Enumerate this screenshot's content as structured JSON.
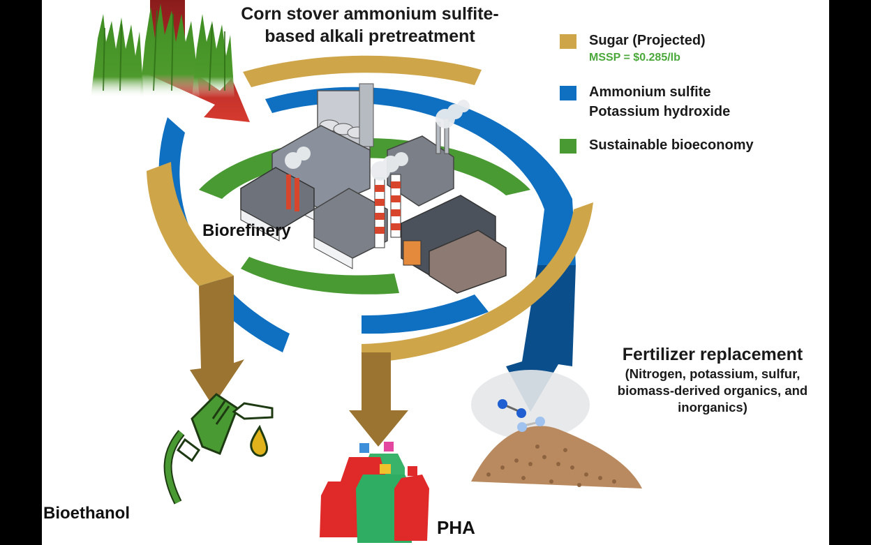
{
  "title": {
    "line1": "Corn stover ammonium sulfite-",
    "line2": "based alkali pretreatment"
  },
  "legend": [
    {
      "label": "Sugar (Projected)",
      "color": "#cfa54a",
      "sublabel": "MSSP = $0.285/lb",
      "sublabel_color": "#4aa83a"
    },
    {
      "label_line1": "Ammonium sulfite",
      "label_line2": "Potassium hydroxide",
      "color": "#0f6fc1"
    },
    {
      "label": "Sustainable bioeconomy",
      "color": "#4a9a33"
    }
  ],
  "center_label": "Biorefinery",
  "products": {
    "bioethanol": "Bioethanol",
    "pha": "PHA",
    "fertilizer": {
      "heading": "Fertilizer replacement",
      "line1": "(Nitrogen, potassium, sulfur,",
      "line2": "biomass-derived organics, and",
      "line3": "inorganics)"
    }
  },
  "icons": [
    "corn-plants-icon",
    "input-arrow-icon",
    "factory-icon",
    "fuel-nozzle-icon",
    "fuel-drop-icon",
    "plastic-bottles-icon",
    "fertilizer-pile-icon",
    "molecule-icon"
  ],
  "colors": {
    "gold": "#cfa54a",
    "gold_dark": "#9a7430",
    "blue": "#0f6fc1",
    "blue_dark": "#0a4f8c",
    "green": "#4a9a33",
    "red_arrow": "#d63a2f"
  }
}
